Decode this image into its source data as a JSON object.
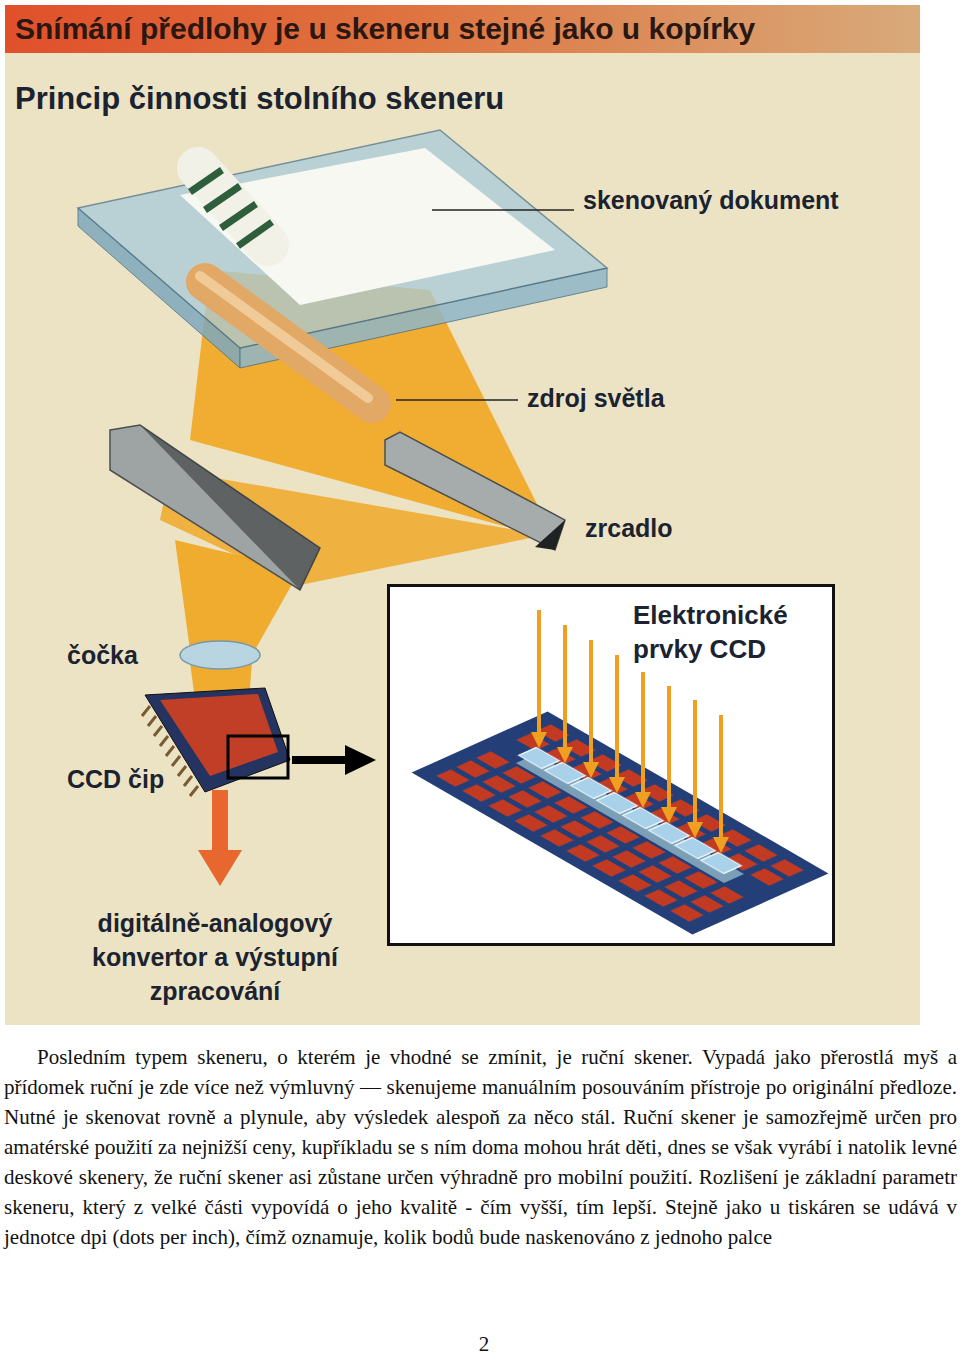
{
  "diagram": {
    "nodes": [
      {
        "text": [
          "Snímání předlohy je u skeneru stejné jako u kopírky"
        ]
      },
      {
        "text": [
          "Elektronické prvky CCD"
        ]
      }
    ],
    "labels": [
      "Princip činnosti stolního skeneru",
      "skenovaný dokument",
      "zdroj světla",
      "zrcadlo",
      "čočka",
      "CCD čip",
      "digitálně-analogový konvertor a výstupní zpracování",
      "Posledním typem skeneru, o kterém je vhodné se zmínit, je ruční skener. Vypadá jako přerostlá myš a přídomek ruční je zde více než výmluvný — skenujeme manuálním posouváním přístroje po originální předloze. Nutné je skenovat rovně a plynule, aby výsledek alespoň za něco stál. Ruční skener je samozřejmě určen pro amatérské použití za nejnižší ceny, kupříkladu se s ním doma mohou hrát děti, dnes se však vyrábí i natolik levné deskové skenery, že ruční skener asi zůstane určen výhradně pro mobilní použití. Rozlišení je základní parametr skeneru, který z velké části vypovídá o jeho kvalitě - čím vyšší, tím lepší. Stejně jako u tiskáren se udává v jednotce dpi (dots per inch), čímž oznamuje, kolik bodů bude naskenováno z jednoho palce",
      "2"
    ]
  }
}
